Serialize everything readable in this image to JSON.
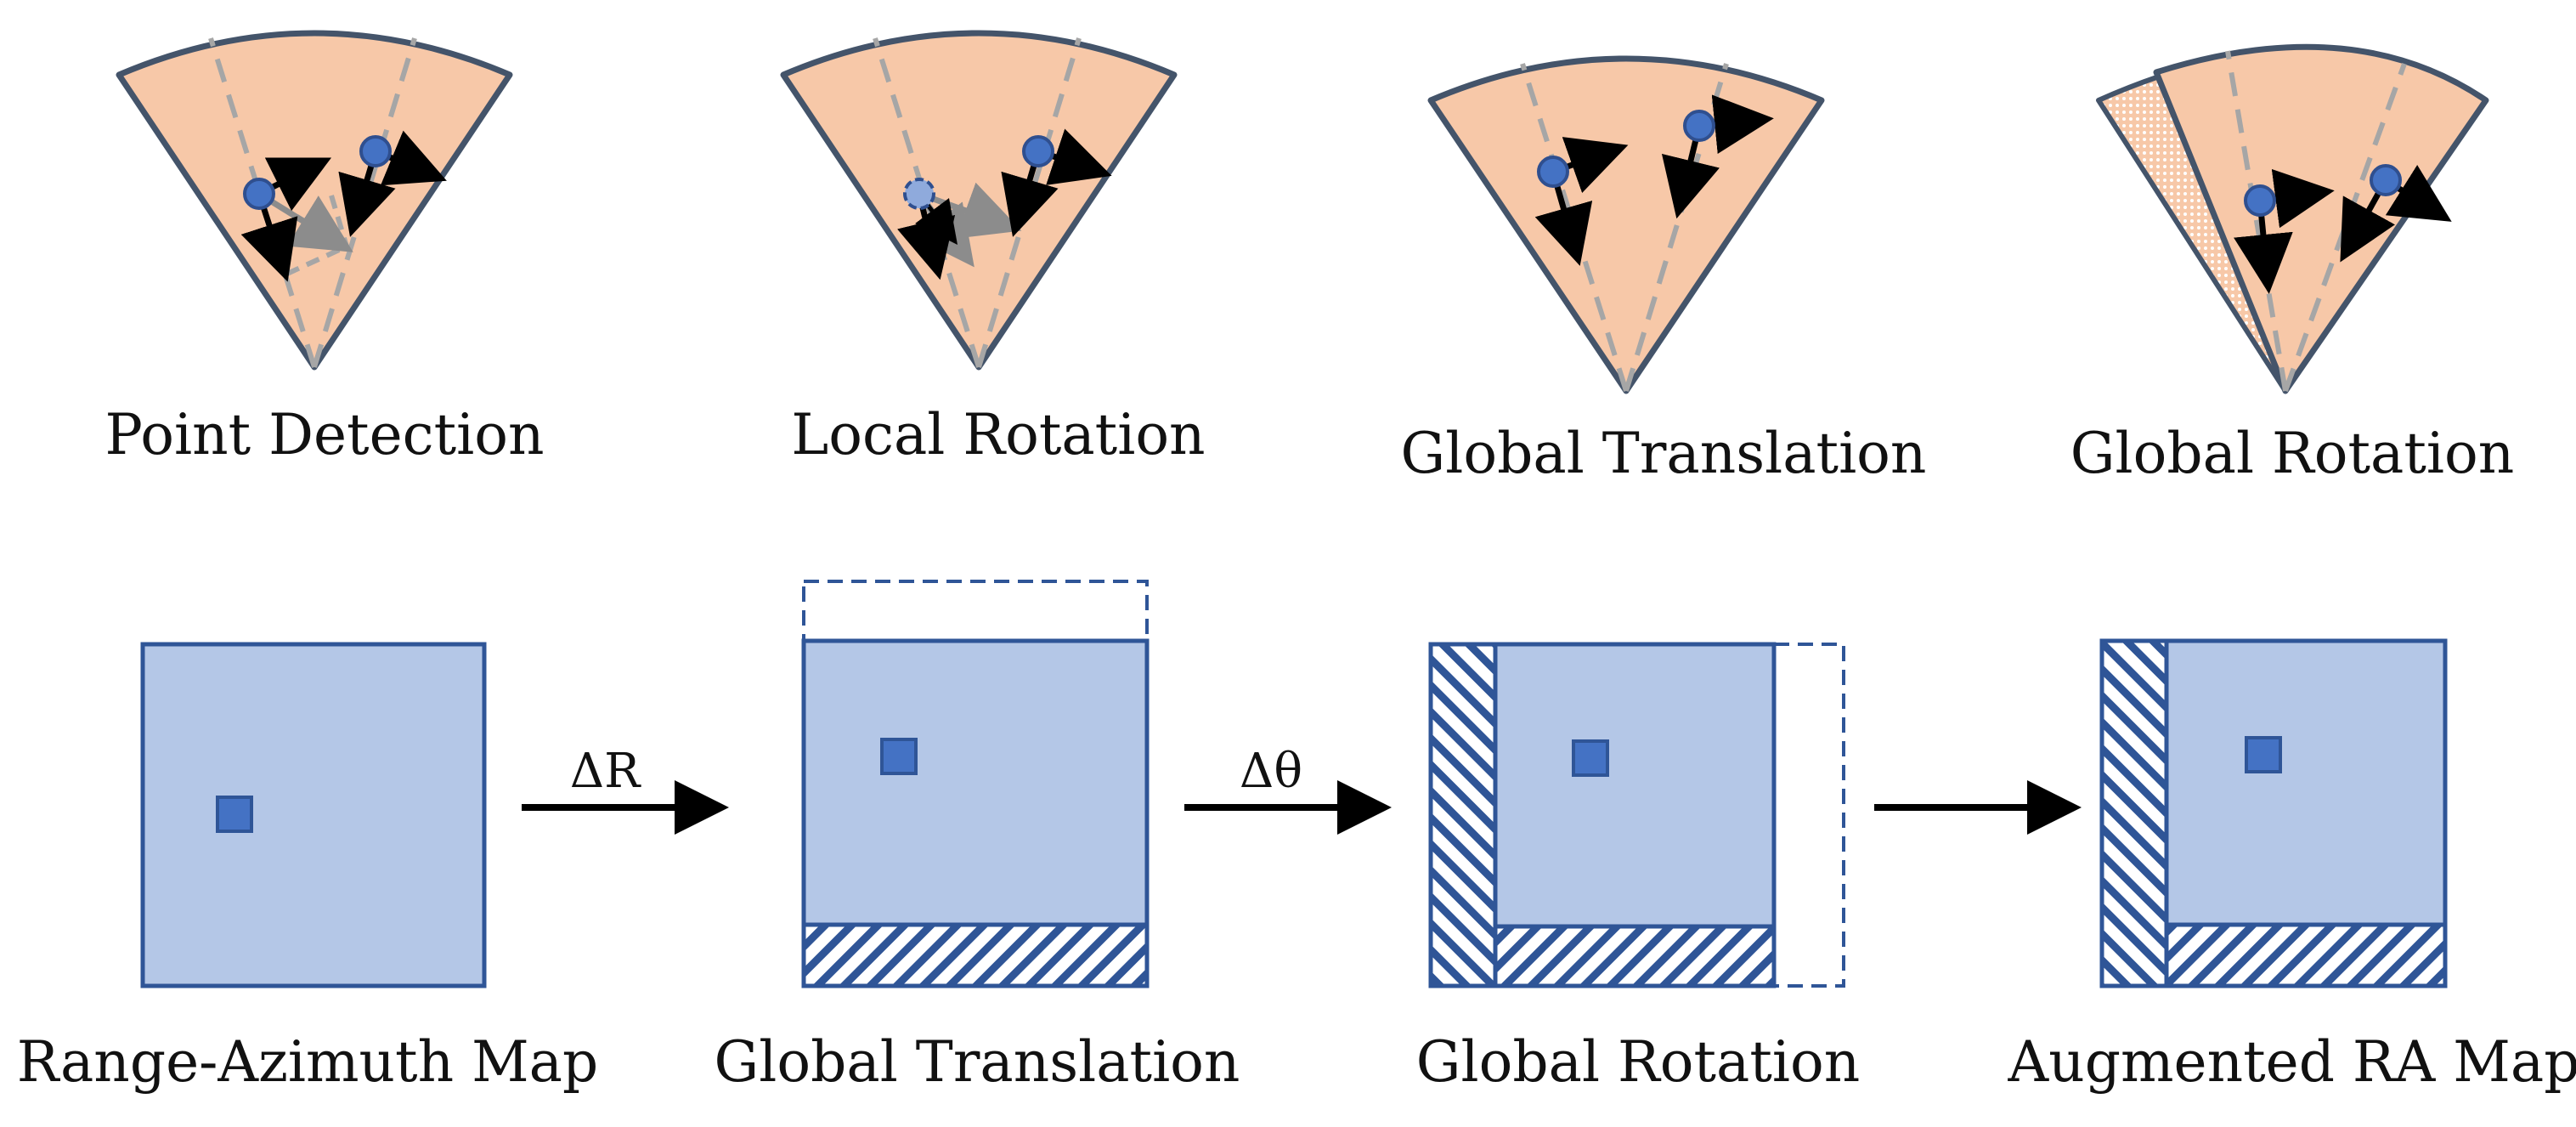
{
  "top_row": {
    "captions": [
      "Point Detection",
      "Local Rotation",
      "Global Translation",
      "Global Rotation"
    ]
  },
  "bottom_row": {
    "captions": [
      "Range-Azimuth Map",
      "Global Translation",
      "Global Rotation",
      "Augmented RA Map"
    ],
    "arrow_labels": [
      "ΔR",
      "Δθ"
    ]
  },
  "colors": {
    "sector_fill": "#f7c8a8",
    "sector_stroke": "#44546a",
    "dashed_line": "#a6a6a6",
    "point_fill": "#4472c4",
    "point_stroke": "#2f4f8f",
    "map_fill": "#b4c7e7",
    "map_stroke": "#2f5597",
    "arrow": "#000000"
  }
}
